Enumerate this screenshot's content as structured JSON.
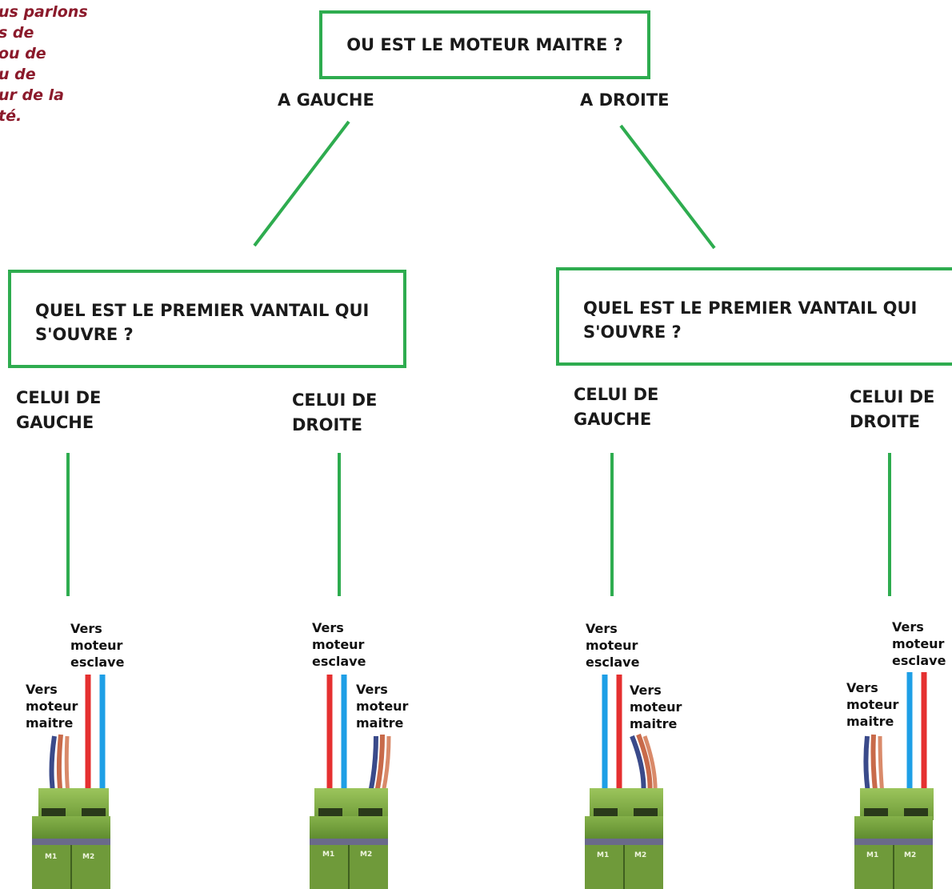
{
  "intro_text": [
    "us parlons",
    "s de",
    "ou de",
    "u de",
    "ur de la",
    "té."
  ],
  "root_question": "OU EST LE MOTEUR MAITRE ?",
  "branches": [
    {
      "label": "A GAUCHE",
      "question": [
        "QUEL EST LE PREMIER VANTAIL QUI",
        "S'OUVRE ?"
      ],
      "options": [
        {
          "label": [
            "CELUI DE",
            "GAUCHE"
          ],
          "slave_label": [
            "Vers",
            "moteur",
            "esclave"
          ],
          "master_label": [
            "Vers",
            "moteur",
            "maitre"
          ]
        },
        {
          "label": [
            "CELUI DE",
            "DROITE"
          ],
          "slave_label": [
            "Vers",
            "moteur",
            "esclave"
          ],
          "master_label": [
            "Vers",
            "moteur",
            "maitre"
          ]
        }
      ]
    },
    {
      "label": "A DROITE",
      "question": [
        "QUEL EST LE PREMIER VANTAIL QUI",
        "S'OUVRE ?"
      ],
      "options": [
        {
          "label": [
            "CELUI DE",
            "GAUCHE"
          ],
          "slave_label": [
            "Vers",
            "moteur",
            "esclave"
          ],
          "master_label": [
            "Vers",
            "moteur",
            "maitre"
          ]
        },
        {
          "label": [
            "CELUI DE",
            "DROITE"
          ],
          "slave_label": [
            "Vers",
            "moteur",
            "esclave"
          ],
          "master_label": [
            "Vers",
            "moteur",
            "maitre"
          ]
        }
      ]
    }
  ],
  "terminal_labels": [
    "M1",
    "M2"
  ],
  "colors": {
    "connector": "#2eac4f",
    "intro_text": "#8b1a2b",
    "wire_red": "#e53030",
    "wire_blue": "#1e9fe6",
    "block_green": "#6f9a3a"
  }
}
